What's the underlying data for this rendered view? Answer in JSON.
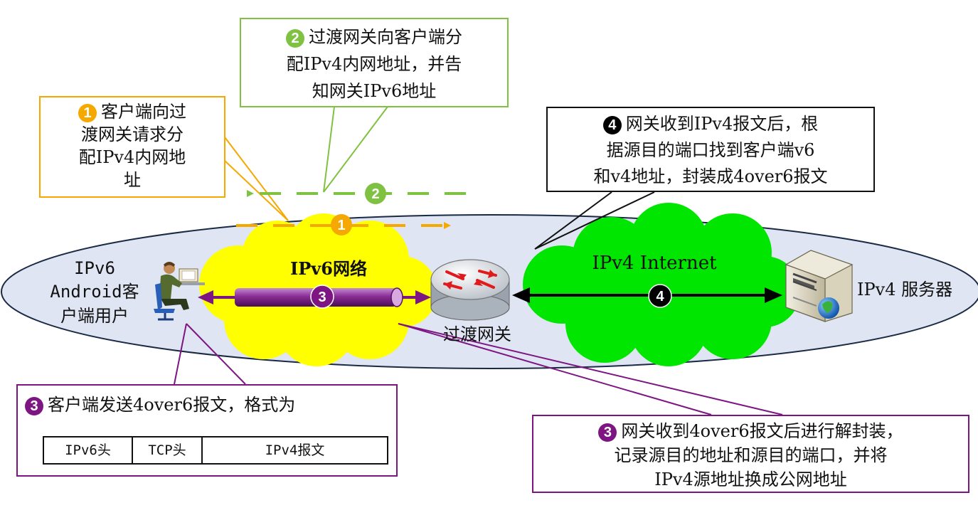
{
  "labels": {
    "ipv6_client": [
      "IPv6",
      "Android客",
      "户端用户"
    ],
    "ipv6_network": "IPv6网络",
    "ipv4_internet": "IPv4 Internet",
    "gateway": "过渡网关",
    "ipv4_server": "IPv4 服务器"
  },
  "badges": {
    "one": "1",
    "two": "2",
    "three": "3",
    "four": "4"
  },
  "callouts": {
    "step1": {
      "num": "1",
      "lines": [
        "客户端向过",
        "渡网关请求分",
        "配IPv4内网地",
        "址"
      ]
    },
    "step2": {
      "num": "2",
      "lines": [
        "过渡网关向客户端分",
        "配IPv4内网地址，并告",
        "知网关IPv6地址"
      ]
    },
    "step4": {
      "num": "4",
      "lines": [
        "网关收到IPv4报文后，根",
        "据源目的端口找到客户端v6",
        "和v4地址，封装成4over6报文"
      ]
    },
    "step3a": {
      "num": "3",
      "title": "客户端发送4over6报文，格式为"
    },
    "step3b": {
      "num": "3",
      "lines": [
        "网关收到4over6报文后进行解封装，",
        "记录源目的地址和源目的端口，并将",
        "IPv4源地址换成公网地址"
      ]
    }
  },
  "packet_format": [
    "IPv6头",
    "TCP头",
    "IPv4报文"
  ],
  "colors": {
    "step1": "#f5a800",
    "step2": "#7fc241",
    "step3": "#7d1683",
    "step4": "#000000",
    "ipv6_cloud": "#ffff00",
    "ipv4_cloud": "#00e600",
    "ellipse": "#dfe5f2"
  }
}
